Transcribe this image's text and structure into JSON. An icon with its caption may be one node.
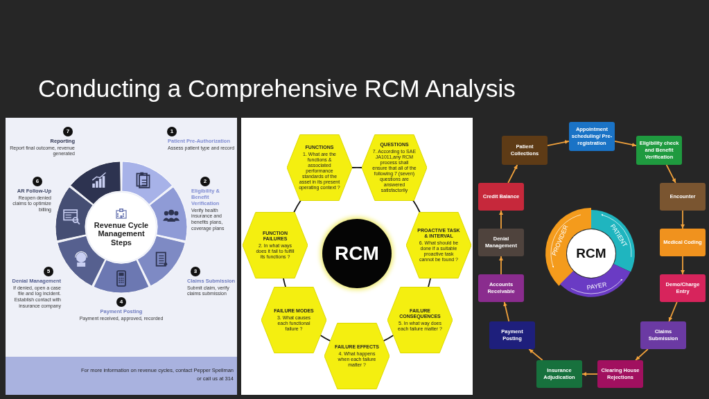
{
  "diagram": {
    "title": "Conducting a Comprehensive RCM Analysis",
    "nodes": [
      {
        "text": [
          "Revenue Cycle Management Steps"
        ]
      },
      {
        "text": [
          "1",
          "Patient Pre-Authorization",
          "Assess patient type and record"
        ]
      },
      {
        "text": [
          "2",
          "Eligibility & Benefit Verification",
          "Verify health insurance and benefits plans, coverage plans"
        ]
      },
      {
        "text": [
          "3",
          "Claims Submission",
          "Submit claim, verify claims submission"
        ]
      },
      {
        "text": [
          "4",
          "Payment Posting",
          "Payment received, approved, recorded"
        ]
      },
      {
        "text": [
          "5",
          "Denial Management",
          "If denied, open a case file and log incident. Establish contact with insurance company"
        ]
      },
      {
        "text": [
          "6",
          "AR Follow-Up",
          "Reopen denied claims to optimize billing"
        ]
      },
      {
        "text": [
          "7",
          "Reporting",
          "Report final outcome, revenue generated"
        ]
      },
      {
        "text": [
          "RCM"
        ]
      },
      {
        "text": [
          "FUNCTIONS",
          "1. What are the functions & associated performance standards of the asset in its present operating context ?"
        ]
      },
      {
        "text": [
          "QUESTIONS",
          "7. According to SAE JA1011,any RCM process shall ensure that all of the following 7 (seven) questions are answered satisfactorily"
        ]
      },
      {
        "text": [
          "PROACTIVE TASK & INTERVAL",
          "6. What should be done if a suitable proactive task cannot be found ?"
        ]
      },
      {
        "text": [
          "FAILURE CONSEQUENCES",
          "5. In what way does each failure matter ?"
        ]
      },
      {
        "text": [
          "FAILURE EFFECTS",
          "4. What happens when each failure matter ?"
        ]
      },
      {
        "text": [
          "FAILURE MODES",
          "3. What causes each functional failure ?"
        ]
      },
      {
        "text": [
          "FUNCTION FAILURES",
          "2. In what ways does it fail to fulfill its functions ?"
        ]
      },
      {
        "text": [
          "RCM"
        ]
      },
      {
        "text": [
          "PROVIDER"
        ]
      },
      {
        "text": [
          "PATIENT"
        ]
      },
      {
        "text": [
          "PAYER"
        ]
      },
      {
        "text": [
          "Appointment scheduling/ Pre-registration"
        ]
      },
      {
        "text": [
          "Eligibility check and Benefit Verification"
        ]
      },
      {
        "text": [
          "Encounter"
        ]
      },
      {
        "text": [
          "Medical Coding"
        ]
      },
      {
        "text": [
          "Demo/Charge Entry"
        ]
      },
      {
        "text": [
          "Claims Submission"
        ]
      },
      {
        "text": [
          "Clearing House Rejections"
        ]
      },
      {
        "text": [
          "Insurance Adjudication"
        ]
      },
      {
        "text": [
          "Payment Posting"
        ]
      },
      {
        "text": [
          "Accounts Receivable"
        ]
      },
      {
        "text": [
          "Denial Management"
        ]
      },
      {
        "text": [
          "Credit Balance"
        ]
      },
      {
        "text": [
          "Patient Collections"
        ]
      }
    ],
    "edges": [
      {
        "from": 9,
        "to": 10,
        "arrow": "none",
        "color": "#111111"
      },
      {
        "from": 10,
        "to": 11,
        "arrow": "none",
        "color": "#111111"
      },
      {
        "from": 11,
        "to": 12,
        "arrow": "none",
        "color": "#111111"
      },
      {
        "from": 12,
        "to": 13,
        "arrow": "none",
        "color": "#111111"
      },
      {
        "from": 13,
        "to": 14,
        "arrow": "none",
        "color": "#111111"
      },
      {
        "from": 14,
        "to": 15,
        "arrow": "none",
        "color": "#111111"
      },
      {
        "from": 15,
        "to": 9,
        "arrow": "none",
        "color": "#111111"
      },
      {
        "from": 20,
        "to": 21,
        "arrow": "to"
      },
      {
        "from": 21,
        "to": 22,
        "arrow": "to"
      },
      {
        "from": 22,
        "to": 23,
        "arrow": "to"
      },
      {
        "from": 23,
        "to": 24,
        "arrow": "to"
      },
      {
        "from": 24,
        "to": 25,
        "arrow": "to"
      },
      {
        "from": 25,
        "to": 26,
        "arrow": "to"
      },
      {
        "from": 26,
        "to": 27,
        "arrow": "to"
      },
      {
        "from": 27,
        "to": 28,
        "arrow": "to"
      },
      {
        "from": 28,
        "to": 29,
        "arrow": "to"
      },
      {
        "from": 29,
        "to": 30,
        "arrow": "to"
      },
      {
        "from": 30,
        "to": 31,
        "arrow": "to"
      },
      {
        "from": 31,
        "to": 32,
        "arrow": "to"
      },
      {
        "from": 32,
        "to": 20,
        "arrow": "to"
      }
    ],
    "labels": [
      "For more information on revenue cycles, contact Pepper Spellman",
      "or call us at 314"
    ]
  }
}
